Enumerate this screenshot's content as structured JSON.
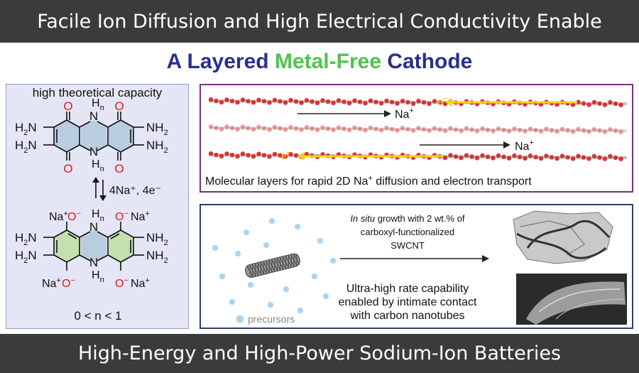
{
  "header": {
    "top_banner": "Facile Ion Diffusion and High Electrical Conductivity Enable",
    "title_part1": "A Layered ",
    "title_part2": "Metal-Free",
    "title_part3": " Cathode",
    "bottom_banner": "High-Energy and High-Power Sodium-Ion Batteries"
  },
  "left_panel": {
    "heading": "high theoretical capacity",
    "reaction": "4Na⁺, 4e⁻",
    "condition": "0 < n < 1",
    "labels": {
      "O": "O",
      "H": "H",
      "n": "n",
      "N": "N",
      "NH": "NH",
      "H2N": "H",
      "sub2": "2",
      "Na": "Na",
      "plus": "+",
      "minus": "−"
    }
  },
  "layers_panel": {
    "na_label": "Na",
    "na_sup": "+",
    "e_label": "e",
    "e_sup": "−",
    "caption_a": "Molecular layers for rapid 2D Na",
    "caption_sup": "+",
    "caption_b": " diffusion and electron transport"
  },
  "growth_panel": {
    "line1_italic": "In situ",
    "line1_rest": " growth with 2 wt.% of",
    "line2": "carboxyl-functionalized",
    "line3": "SWCNT",
    "result_line1": "Ultra-high rate capability",
    "result_line2": "enabled by intimate contact",
    "result_line3": "with carbon nanotubes",
    "legend": "precursors"
  },
  "colors": {
    "banner_bg": "#3b3b3b",
    "title_blue": "#2a2f8c",
    "title_green": "#4fc44f",
    "oxygen_red": "#d42020",
    "nitrogen_blue": "#2020c0",
    "ring_blue": "#b8cde0",
    "ring_green": "#c3e0b0",
    "panel_bg": "#e4e5f5",
    "purple_border": "#7a2e86",
    "navy_border": "#2d3e6e",
    "electron_yellow": "#f3d21a",
    "precursor_blue": "#a9d5f2"
  }
}
